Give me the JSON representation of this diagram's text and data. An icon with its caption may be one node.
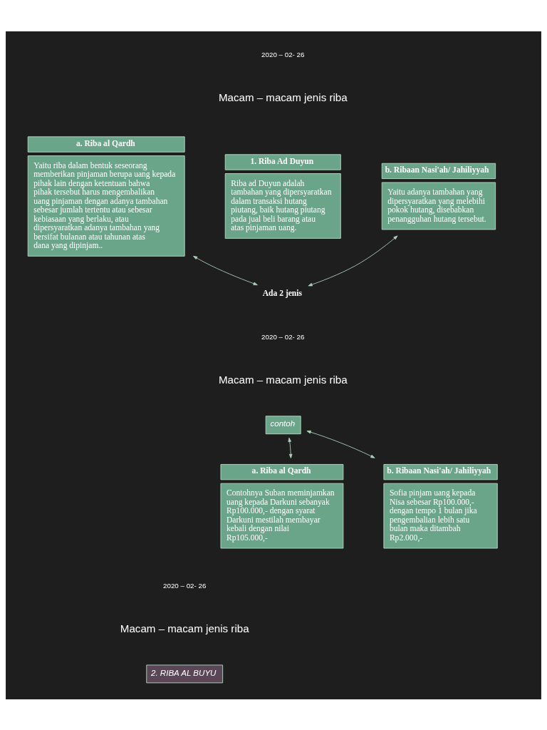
{
  "diagram": {
    "nodes": [
      {
        "text": [
          "1. Riba Ad Duyun",
          "Riba ad Duyun adalah tambahan yang dipersyaratkan dalam transaksi hutang piutang, baik hutang piutang pada jual beli barang atau atas pinjaman uang."
        ]
      },
      {
        "text": [
          "Ada 2 jenis"
        ]
      },
      {
        "text": [
          "a. Riba al Qardh",
          "Yaitu riba dalam bentuk seseorang memberikan pinjaman berupa uang kepada pihak lain dengan ketentuan bahwa pihak tersebut harus mengembalikan uang pinjaman dengan adanya tambahan sebesar jumlah tertentu atau sebesar kebiasaan yang berlaku, atau dipersyaratkan adanya tambahan yang bersifat bulanan atau tahunan atas dana yang dipinjam.."
        ]
      },
      {
        "text": [
          "b. Ribaan Nasi'ah/ Jahiliyyah",
          "Yaitu adanya tambahan yang dipersyaratkan yang melebihi pokok hutang, disebabkan penangguhan hutang tersebut."
        ]
      },
      {
        "text": [
          "contoh"
        ]
      },
      {
        "text": [
          "a. Riba al Qardh",
          "Contohnya Suban meminjamkan uang kepada Darkuni sebanyak Rp100.000,- dengan syarat Darkuni mestilah membayar kebali dengan nilai Rp105.000,-"
        ]
      },
      {
        "text": [
          "b. Ribaan Nasi'ah/ Jahiliyyah",
          "Sofia pinjam uang kepada Nisa sebesar Rp100.000,- dengan tempo 1 bulan jika pengembalian lebih satu bulan maka ditambah Rp2.000,-"
        ]
      },
      {
        "text": [
          "2. RIBA AL BUYU"
        ]
      }
    ],
    "edges": [
      {
        "from": 1,
        "to": 2,
        "arrow": "both"
      },
      {
        "from": 1,
        "to": 3,
        "arrow": "both"
      },
      {
        "from": 4,
        "to": 5,
        "arrow": "both"
      },
      {
        "from": 4,
        "to": 6,
        "arrow": "both"
      }
    ],
    "labels": [
      "2020 – 02- 26",
      "Macam – macam jenis riba",
      "2020 – 02- 26",
      "Macam – macam jenis riba",
      "2020 – 02- 26",
      "Macam – macam jenis riba"
    ]
  }
}
